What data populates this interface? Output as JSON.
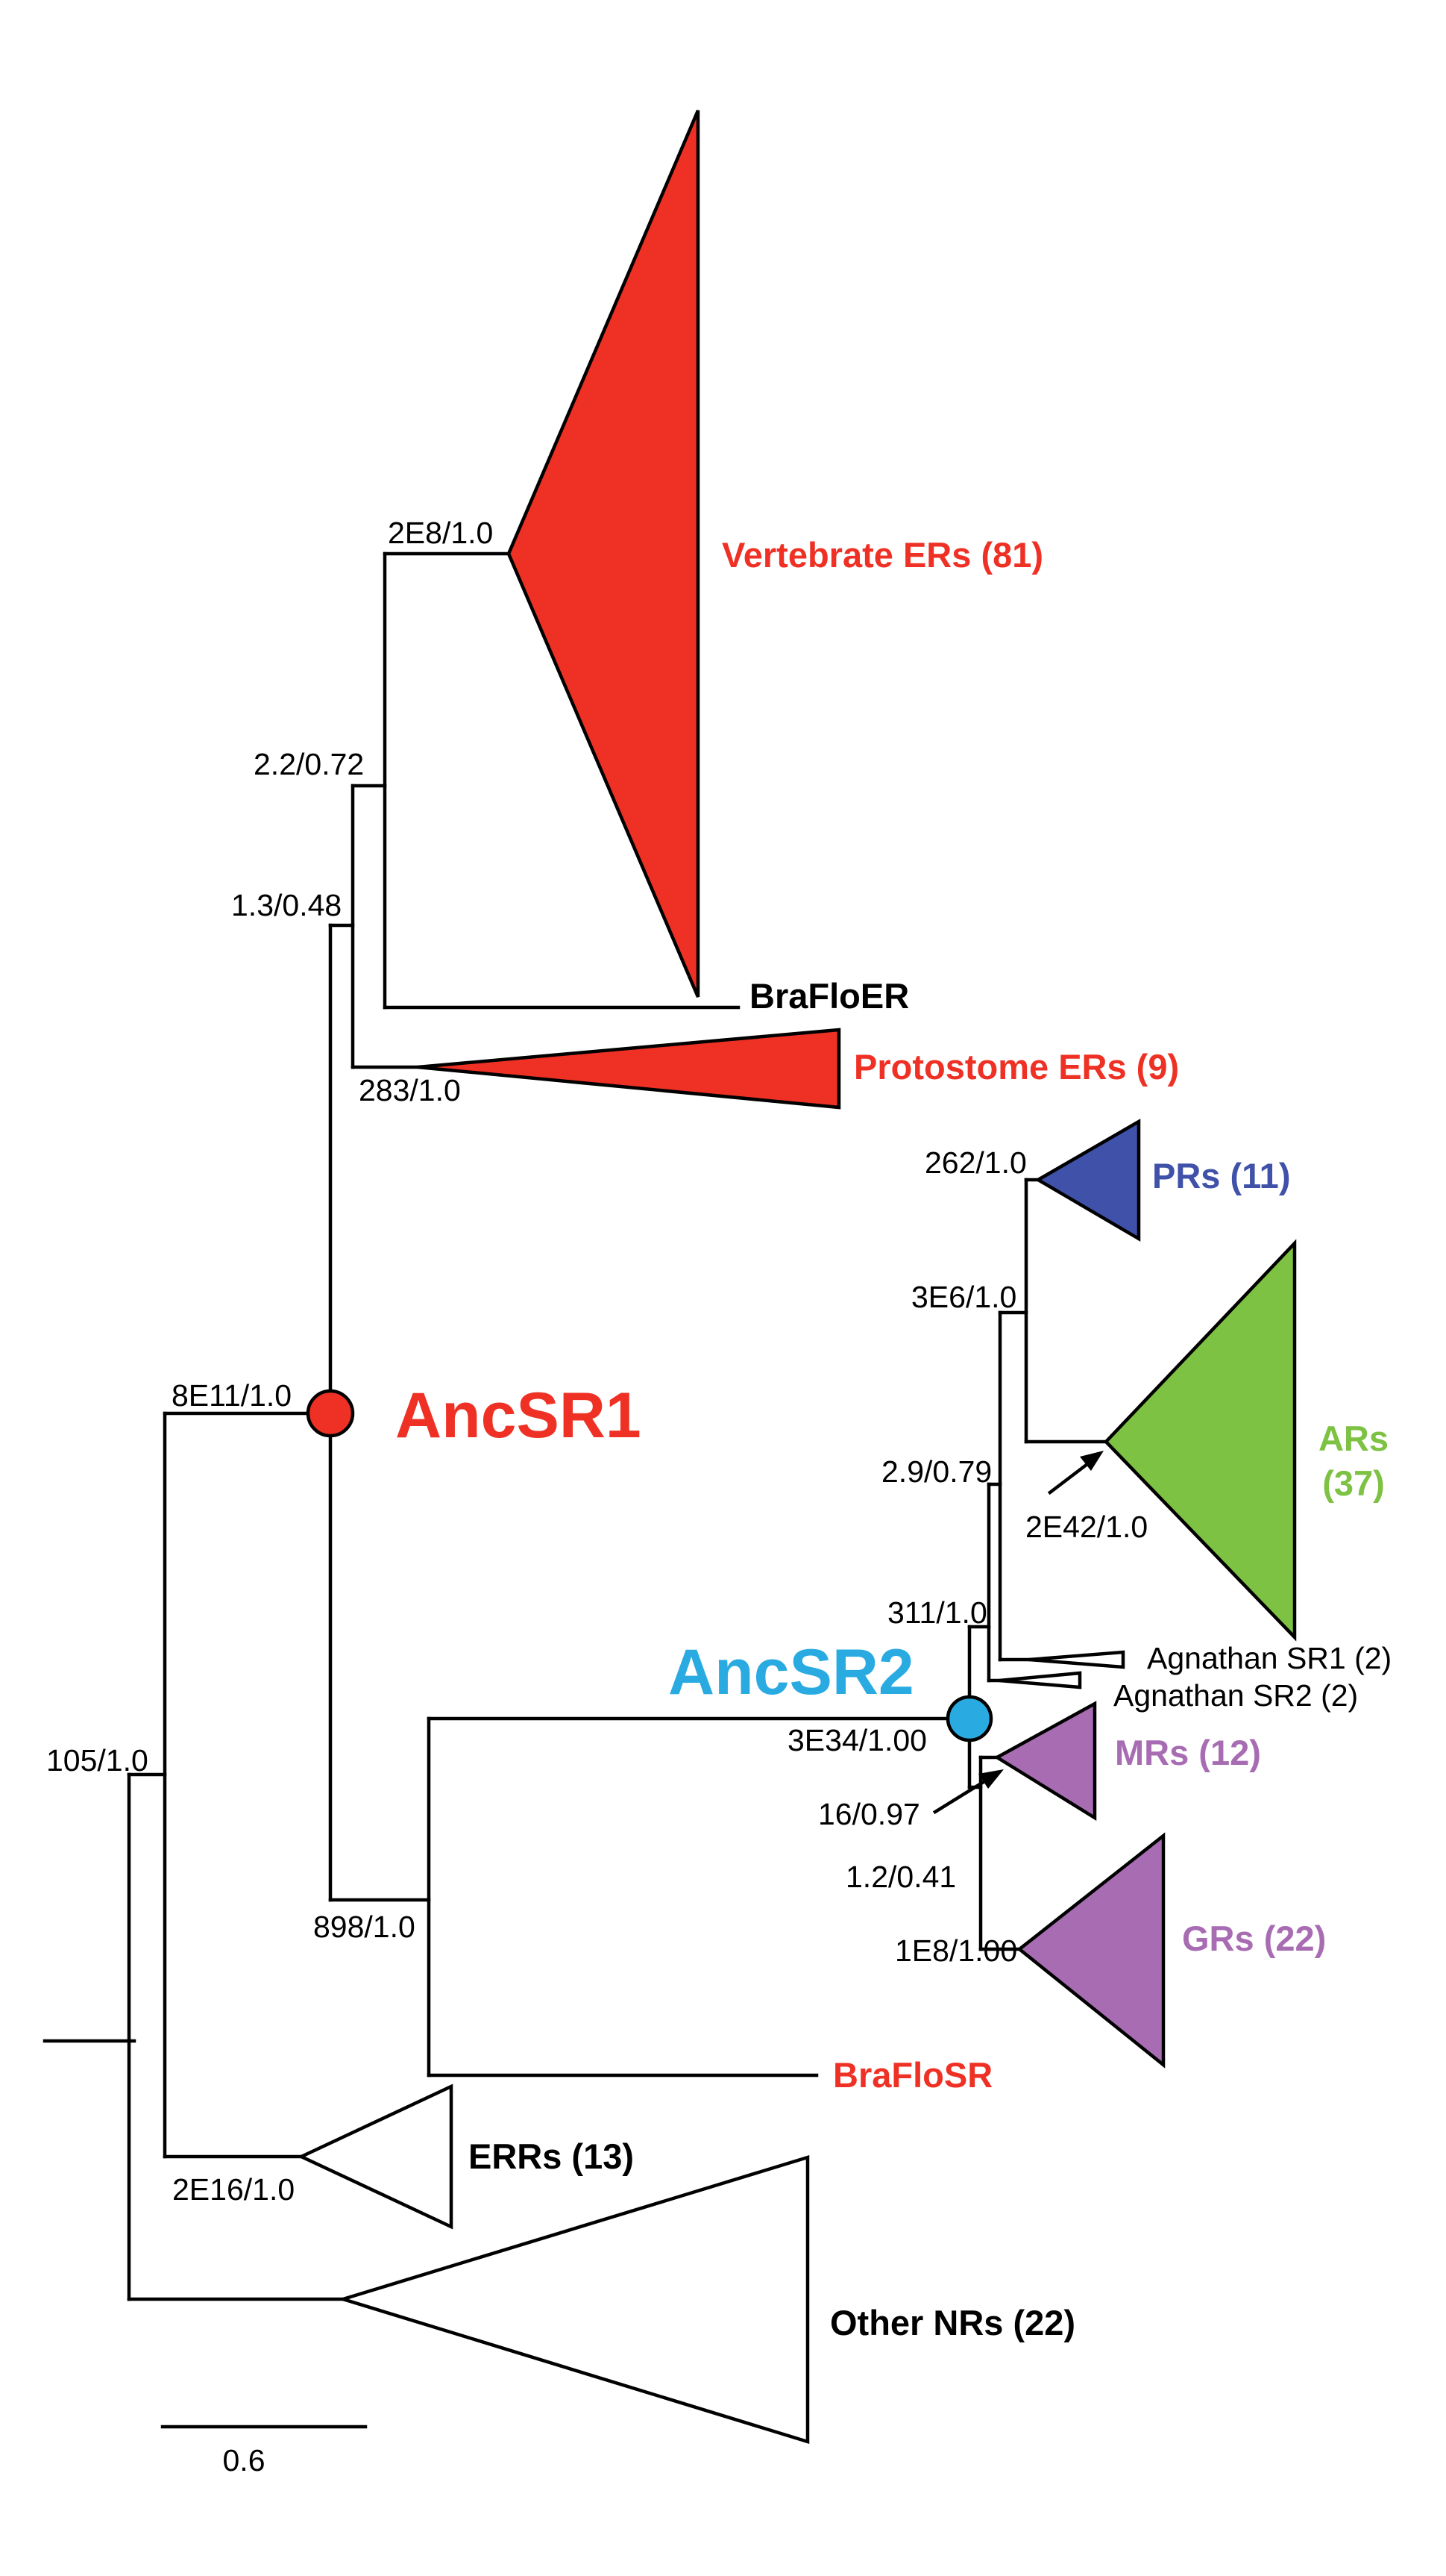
{
  "colors": {
    "red": "#ee3124",
    "blue": "#3f51a8",
    "green": "#7dc242",
    "purple": "#a86cb3",
    "cyan": "#29abe2",
    "white": "#ffffff",
    "black": "#000000"
  },
  "ancestors": {
    "sr1": "AncSR1",
    "sr2": "AncSR2"
  },
  "clades": {
    "vertebrate_ers": "Vertebrate ERs (81)",
    "braflo_er": "BraFloER",
    "protostome_ers": "Protostome ERs (9)",
    "prs": "PRs (11)",
    "ars_line1": "ARs",
    "ars_line2": "(37)",
    "agnathan_sr1": "Agnathan SR1 (2)",
    "agnathan_sr2": "Agnathan SR2 (2)",
    "mrs": "MRs (12)",
    "grs": "GRs (22)",
    "braflo_sr": "BraFloSR",
    "errs": "ERRs (13)",
    "other_nrs": "Other NRs (22)"
  },
  "support": {
    "s_2e8": "2E8/1.0",
    "s_2_2": "2.2/0.72",
    "s_1_3": "1.3/0.48",
    "s_283": "283/1.0",
    "s_262": "262/1.0",
    "s_3e6": "3E6/1.0",
    "s_2_9": "2.9/0.79",
    "s_2e42": "2E42/1.0",
    "s_311": "311/1.0",
    "s_8e11": "8E11/1.0",
    "s_3e34": "3E34/1.00",
    "s_105": "105/1.0",
    "s_16": "16/0.97",
    "s_1_2": "1.2/0.41",
    "s_898": "898/1.0",
    "s_1e8": "1E8/1.00",
    "s_2e16": "2E16/1.0"
  },
  "scale_bar": {
    "label": "0.6"
  }
}
